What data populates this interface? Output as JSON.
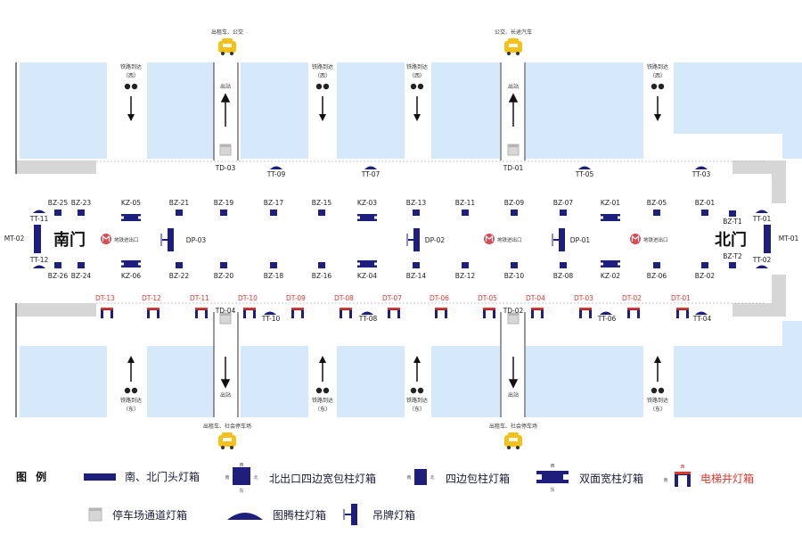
{
  "colors": {
    "navy": "#1e1f7d",
    "red": "#e0362c",
    "panel": "#d6e9fb",
    "road": "#d6d6d6",
    "yellow": "#f2c21b"
  },
  "hall": {
    "south_gate": "南门",
    "north_gate": "北门"
  },
  "top_transport": [
    {
      "label": "出租车、公交"
    },
    {
      "label": "公交、长途汽车"
    }
  ],
  "bottom_transport": [
    {
      "label": "出租车、社会停车场"
    },
    {
      "label": "出租车、社会停车场"
    }
  ],
  "exit_label": "出站",
  "arrival_top": {
    "line1": "铁路到达",
    "line2": "（西）"
  },
  "arrival_bottom": {
    "line1": "铁路到达",
    "line2": "（东）"
  },
  "metro_label": "地铁进出口",
  "parking_lights": [
    "TD-03",
    "TD-01",
    "TD-04",
    "TD-02"
  ],
  "totem_lights": [
    "TT-09",
    "TT-07",
    "TT-05",
    "TT-03",
    "TT-11",
    "TT-12",
    "TT-01",
    "TT-02",
    "TT-10",
    "TT-08",
    "TT-06",
    "TT-04"
  ],
  "gate_lights": [
    "MT-02",
    "MT-01"
  ],
  "column_lights_top": [
    "BZ-25",
    "BZ-23",
    "BZ-21",
    "BZ-19",
    "BZ-17",
    "BZ-15",
    "BZ-13",
    "BZ-11",
    "BZ-09",
    "BZ-07",
    "BZ-05",
    "BZ-01",
    "BZ-T1"
  ],
  "column_lights_bottom": [
    "BZ-26",
    "BZ-24",
    "BZ-22",
    "BZ-20",
    "BZ-18",
    "BZ-16",
    "BZ-14",
    "BZ-12",
    "BZ-10",
    "BZ-08",
    "BZ-06",
    "BZ-02",
    "BZ-T2"
  ],
  "wide_lights": [
    "KZ-05",
    "KZ-03",
    "KZ-01",
    "KZ-06",
    "KZ-04",
    "KZ-02"
  ],
  "hanging_lights": [
    "DP-03",
    "DP-02",
    "DP-01"
  ],
  "elevator_lights": [
    "DT-13",
    "DT-12",
    "DT-11",
    "DT-10",
    "DT-09",
    "DT-08",
    "DT-07",
    "DT-06",
    "DT-05",
    "DT-04",
    "DT-03",
    "DT-02",
    "DT-01"
  ],
  "legend": {
    "title": "图 例",
    "items": [
      {
        "label": "南、北门头灯箱"
      },
      {
        "label": "北出口四边宽包柱灯箱"
      },
      {
        "label": "四边包柱灯箱"
      },
      {
        "label": "双面宽柱灯箱"
      },
      {
        "label": "电梯井灯箱"
      },
      {
        "label": "停车场通道灯箱"
      },
      {
        "label": "图腾柱灯箱"
      },
      {
        "label": "吊牌灯箱"
      }
    ],
    "dir": {
      "west": "西",
      "east": "东",
      "south": "南",
      "north": "北"
    }
  }
}
